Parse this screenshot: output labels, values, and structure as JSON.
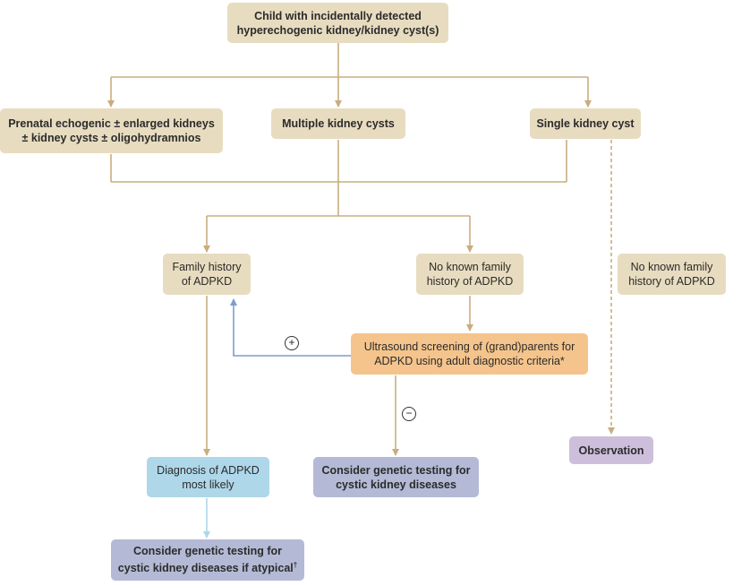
{
  "nodes": {
    "root": {
      "line1": "Child with incidentally detected",
      "line2": "hyperechogenic kidney/kidney cyst(s)"
    },
    "prenatal": {
      "line1": "Prenatal echogenic ± enlarged kidneys",
      "line2": "± kidney cysts ± oligohydramnios"
    },
    "multiple": {
      "text": "Multiple kidney cysts"
    },
    "single": {
      "text": "Single kidney cyst"
    },
    "family_history": {
      "line1": "Family history",
      "line2": "of ADPKD"
    },
    "no_family_mid": {
      "line1": "No known family",
      "line2": "history of ADPKD"
    },
    "no_family_right": {
      "line1": "No known family",
      "line2": "history of ADPKD"
    },
    "ultrasound": {
      "line1": "Ultrasound screening of (grand)parents for",
      "line2": "ADPKD using adult diagnostic criteria*"
    },
    "diagnosis": {
      "line1": "Diagnosis of ADPKD",
      "line2": "most likely"
    },
    "genetic_mid": {
      "line1": "Consider genetic testing for",
      "line2": "cystic kidney diseases"
    },
    "observation": {
      "text": "Observation"
    },
    "genetic_bottom": {
      "line1": "Consider genetic testing for",
      "line2": "cystic kidney diseases if atypical",
      "sup": "†"
    }
  },
  "signs": {
    "plus": "+",
    "minus": "−"
  },
  "colors": {
    "beige": "#e8dcc0",
    "orange": "#f5c48c",
    "light_blue": "#aed7ea",
    "slate_blue": "#b4bad6",
    "lilac": "#cdbfdc",
    "connector_tan": "#c8ad7f",
    "connector_blue": "#7f9ccf",
    "connector_light_blue": "#aed7ea"
  }
}
